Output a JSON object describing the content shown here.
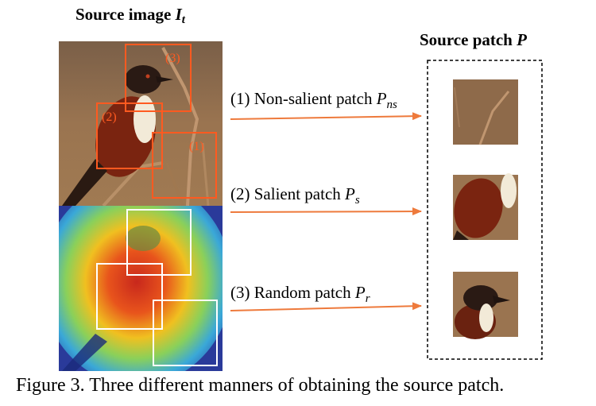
{
  "source_title": {
    "text": "Source image",
    "symbol": "I",
    "subscript": "t"
  },
  "patch_title": {
    "text": "Source patch",
    "symbol": "P"
  },
  "arrows": [
    {
      "label": "(1) Non-salient patch",
      "symbol": "P",
      "subscript": "ns"
    },
    {
      "label": "(2) Salient patch",
      "symbol": "P",
      "subscript": "s"
    },
    {
      "label": "(3) Random patch",
      "symbol": "P",
      "subscript": "r"
    }
  ],
  "box_labels": [
    "(3)",
    "(2)",
    "(1)"
  ],
  "caption": "Figure 3. Three different manners of obtaining the source patch.",
  "colors": {
    "arrow": "#ee7a3c",
    "box_orange": "#ff5a20",
    "box_white": "#ffffff",
    "photo_bg": "#8a6a48",
    "heatmap_bg": "#2a3a9a"
  }
}
